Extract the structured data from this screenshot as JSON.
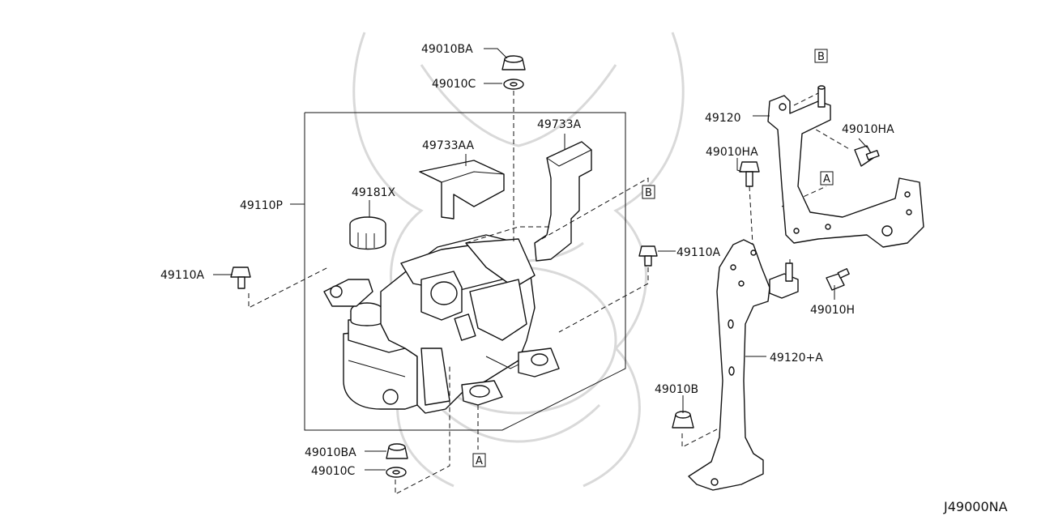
{
  "diagram": {
    "drawing_code": "J49000NA",
    "callouts": [
      {
        "id": "c1",
        "label": "49010BA"
      },
      {
        "id": "c2",
        "label": "49010C"
      },
      {
        "id": "c3",
        "label": "49733A"
      },
      {
        "id": "c4",
        "label": "49733AA"
      },
      {
        "id": "c5",
        "label": "49181X"
      },
      {
        "id": "c6",
        "label": "49110P"
      },
      {
        "id": "c7",
        "label": "49110A"
      },
      {
        "id": "c8",
        "label": "49110A"
      },
      {
        "id": "c9",
        "label": "49010BA"
      },
      {
        "id": "c10",
        "label": "49010C"
      },
      {
        "id": "c11",
        "label": "49120"
      },
      {
        "id": "c12",
        "label": "49010HA"
      },
      {
        "id": "c13",
        "label": "49010HA"
      },
      {
        "id": "c14",
        "label": "49010H"
      },
      {
        "id": "c15",
        "label": "49120+A"
      },
      {
        "id": "c16",
        "label": "49010B"
      }
    ],
    "reference_marks": [
      {
        "id": "r1",
        "label": "B"
      },
      {
        "id": "r2",
        "label": "B"
      },
      {
        "id": "r3",
        "label": "A"
      },
      {
        "id": "r4",
        "label": "A"
      }
    ]
  }
}
